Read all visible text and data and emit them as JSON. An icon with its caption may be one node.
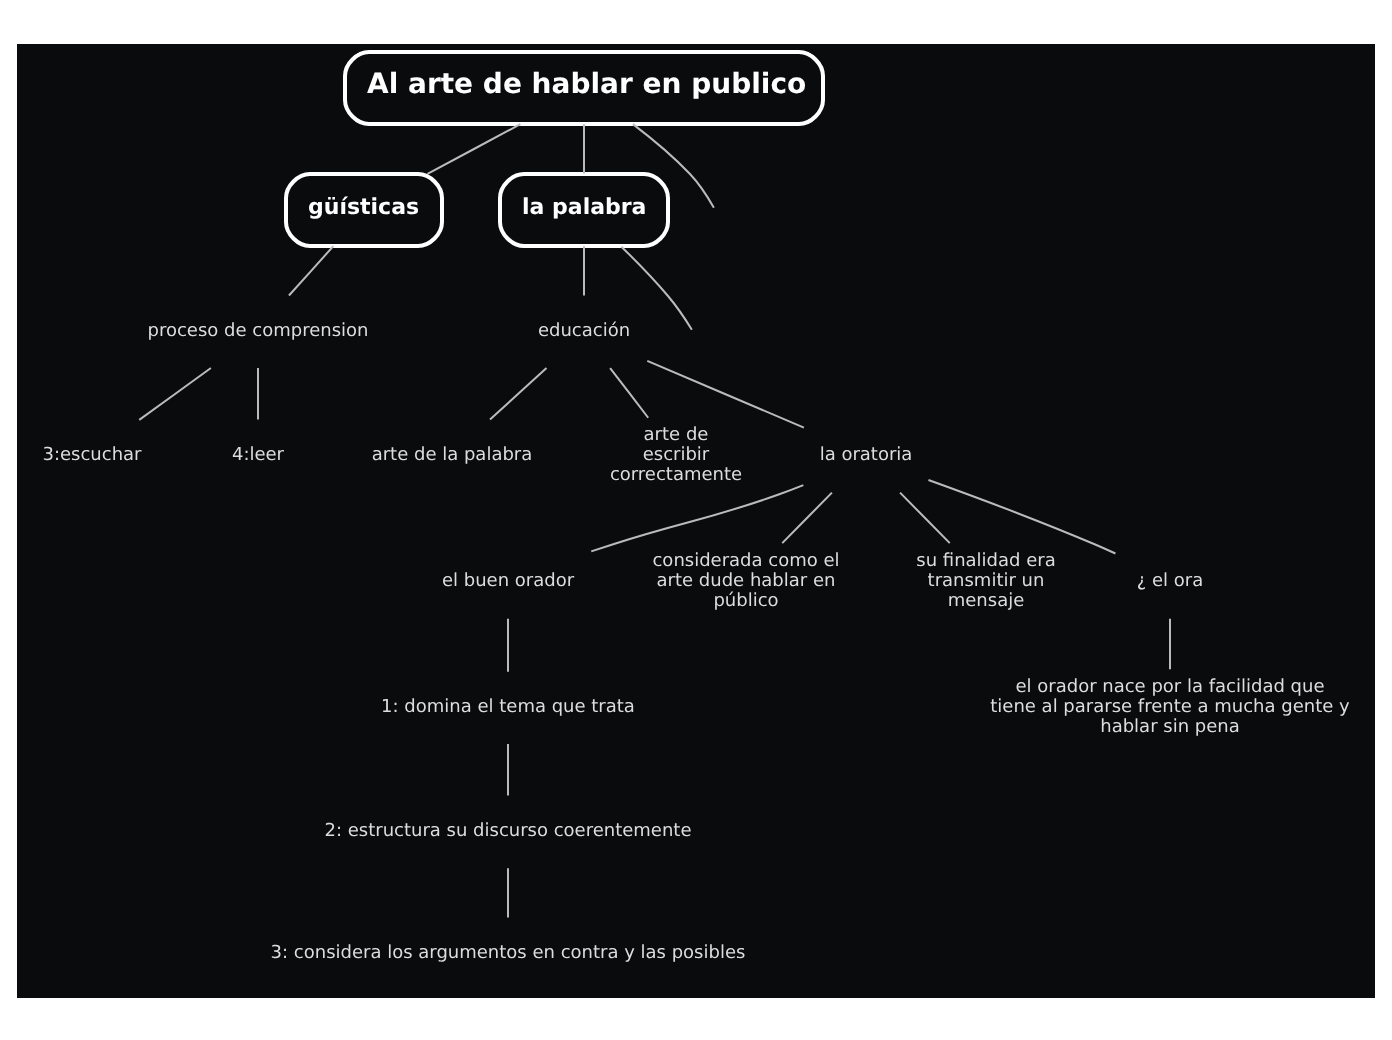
{
  "diagram": {
    "nodes": [
      {
        "text": [
          "Al arte de hablar en publico"
        ]
      },
      {
        "text": [
          "güísticas"
        ]
      },
      {
        "text": [
          "proceso de comprension"
        ]
      },
      {
        "text": [
          "3:escuchar"
        ]
      },
      {
        "text": [
          "4:leer"
        ]
      },
      {
        "text": [
          "la palabra"
        ]
      },
      {
        "text": [
          "educación"
        ]
      },
      {
        "text": [
          "arte de la palabra"
        ]
      },
      {
        "text": [
          "arte de escribir correctamente"
        ]
      },
      {
        "text": [
          "la oratoria"
        ]
      },
      {
        "text": [
          "el buen orador"
        ]
      },
      {
        "text": [
          "1: domina el tema que trata"
        ]
      },
      {
        "text": [
          "2: estructura su discurso coerentemente"
        ]
      },
      {
        "text": [
          "3: considera los argumentos en contra y las posibles"
        ]
      },
      {
        "text": [
          "considerada como el arte dude hablar en público"
        ]
      },
      {
        "text": [
          "su finalidad era transmitir un mensaje"
        ]
      },
      {
        "text": [
          "¿ el ora"
        ]
      },
      {
        "text": [
          "el orador nace por la facilidad que tiene al pararse frente a mucha gente y hablar sin pena"
        ]
      }
    ],
    "edges": [
      {
        "from": 0,
        "to": 1,
        "arrow": "none"
      },
      {
        "from": 0,
        "to": 5,
        "arrow": "none"
      },
      {
        "from": 0,
        "to": null,
        "arrow": "none"
      },
      {
        "from": 1,
        "to": 2,
        "arrow": "none"
      },
      {
        "from": 2,
        "to": 3,
        "arrow": "none"
      },
      {
        "from": 2,
        "to": 4,
        "arrow": "none"
      },
      {
        "from": 5,
        "to": 6,
        "arrow": "none"
      },
      {
        "from": 5,
        "to": null,
        "arrow": "none"
      },
      {
        "from": 6,
        "to": 7,
        "arrow": "none"
      },
      {
        "from": 6,
        "to": 8,
        "arrow": "none"
      },
      {
        "from": 6,
        "to": 9,
        "arrow": "none"
      },
      {
        "from": 9,
        "to": 10,
        "arrow": "none"
      },
      {
        "from": 10,
        "to": 11,
        "arrow": "none"
      },
      {
        "from": 11,
        "to": 12,
        "arrow": "none"
      },
      {
        "from": 12,
        "to": 13,
        "arrow": "none"
      },
      {
        "from": 9,
        "to": 14,
        "arrow": "none"
      },
      {
        "from": 9,
        "to": 15,
        "arrow": "none"
      },
      {
        "from": 9,
        "to": 16,
        "arrow": "none"
      },
      {
        "from": 16,
        "to": 17,
        "arrow": "none"
      }
    ]
  }
}
